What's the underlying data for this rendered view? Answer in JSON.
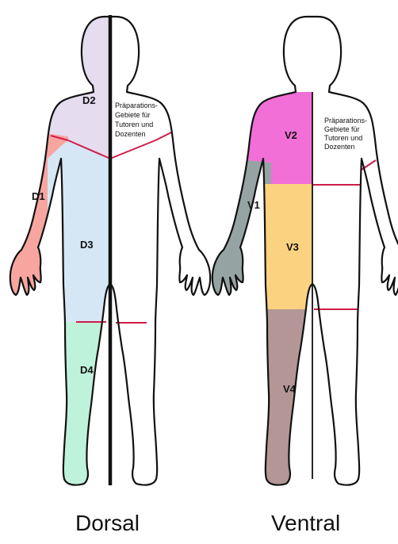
{
  "colors": {
    "outline": "#111111",
    "divider": "#d01c4a",
    "background": "#ffffff"
  },
  "dorsal": {
    "title": "Dorsal",
    "note_lines": [
      "Präparations-",
      "Gebiete für",
      "Tutoren und",
      "Dozenten"
    ],
    "regions": [
      {
        "id": "D1",
        "label": "D1",
        "color": "#f8a5a0"
      },
      {
        "id": "D2",
        "label": "D2",
        "color": "#e5dcef"
      },
      {
        "id": "D3",
        "label": "D3",
        "color": "#d5e6f4"
      },
      {
        "id": "D4",
        "label": "D4",
        "color": "#bff2da"
      }
    ]
  },
  "ventral": {
    "title": "Ventral",
    "note_lines": [
      "Präparations-",
      "Gebiete für",
      "Tutoren und",
      "Dozenten"
    ],
    "regions": [
      {
        "id": "V1",
        "label": "V1",
        "color": "#96a3a3"
      },
      {
        "id": "V2",
        "label": "V2",
        "color": "#f36fd8"
      },
      {
        "id": "V3",
        "label": "V3",
        "color": "#fbd27f"
      },
      {
        "id": "V4",
        "label": "V4",
        "color": "#b49696"
      }
    ]
  }
}
